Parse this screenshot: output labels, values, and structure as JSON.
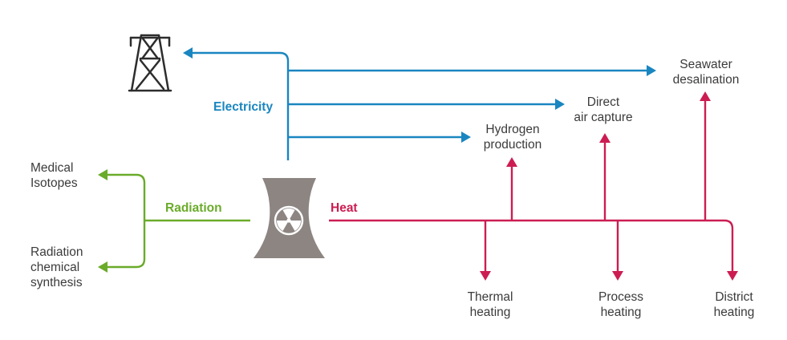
{
  "sources": {
    "electricity": "Electricity",
    "radiation": "Radiation",
    "heat": "Heat"
  },
  "outputs": {
    "seawater_desalination": "Seawater\ndesalination",
    "direct_air_capture": "Direct\nair capture",
    "hydrogen_production": "Hydrogen\nproduction",
    "medical_isotopes": "Medical\nIsotopes",
    "radiation_chemical_synthesis": "Radiation\nchemical\nsynthesis",
    "thermal_heating": "Thermal\nheating",
    "process_heating": "Process\nheating",
    "district_heating": "District\nheating"
  },
  "icons": {
    "plant": "cooling-tower-with-radiation-symbol",
    "grid": "transmission-tower"
  },
  "colors": {
    "electricity": "#1a86c0",
    "radiation": "#6aab2a",
    "heat": "#cc1d52",
    "tower": "#8c8582",
    "text": "#3b3b3b"
  }
}
